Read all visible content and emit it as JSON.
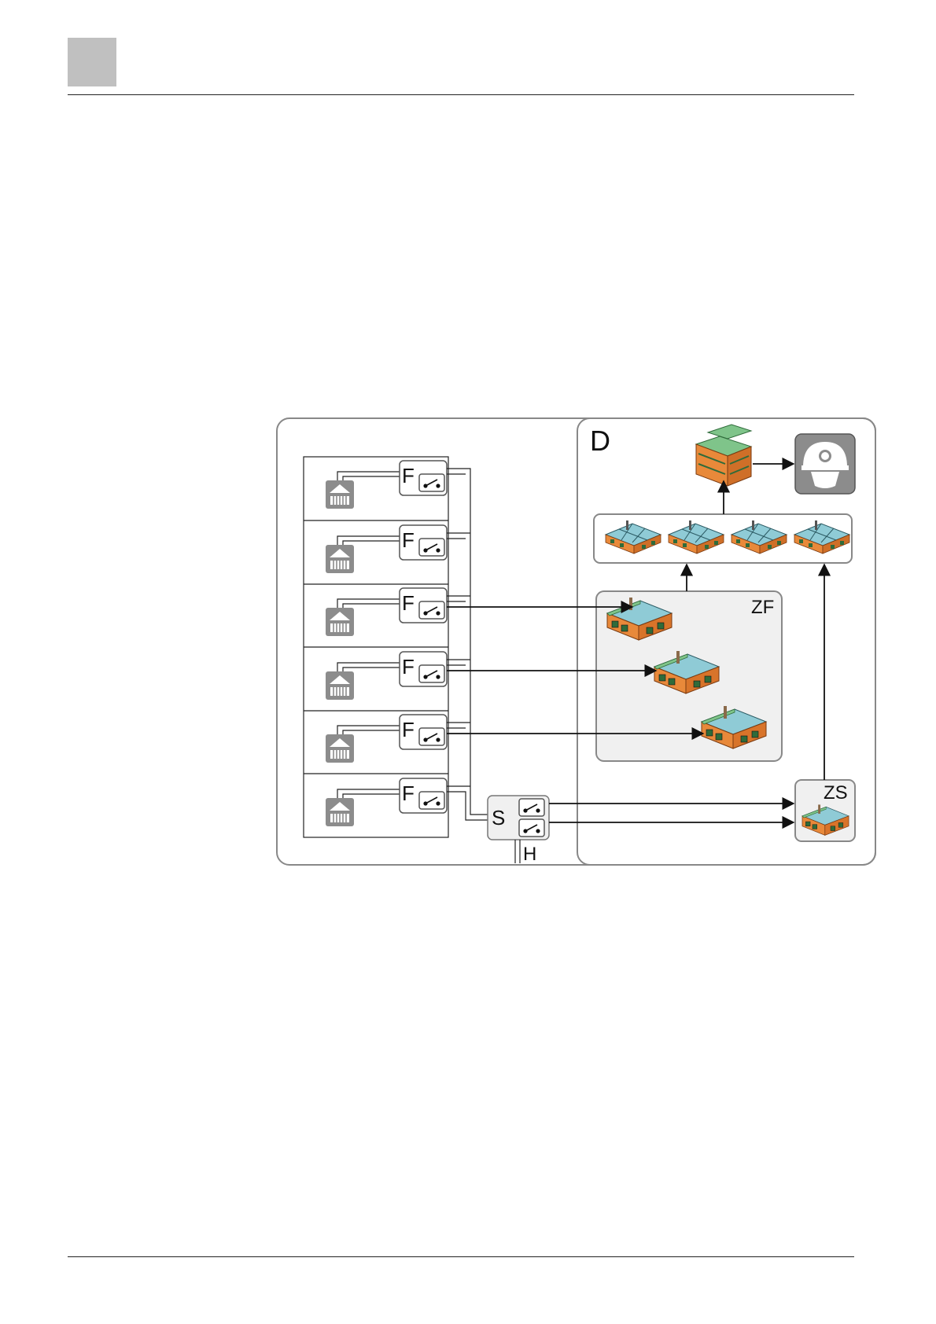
{
  "diagram": {
    "left_panel": {
      "floors": [
        {
          "controller_label": "F"
        },
        {
          "controller_label": "F"
        },
        {
          "controller_label": "F"
        },
        {
          "controller_label": "F"
        },
        {
          "controller_label": "F"
        },
        {
          "controller_label": "F"
        }
      ],
      "central_switch_label": "S",
      "line_label": "H"
    },
    "right_panel": {
      "title": "D",
      "fire_zone_label": "ZF",
      "sprinkler_zone_label": "ZS",
      "fire_service_icon": "firefighter-helmet-icon"
    },
    "colors": {
      "gray_icon": "#8c8c8c",
      "box_fill": "#f0f0f0",
      "building_orange": "#e8893a",
      "building_green": "#7fc48a",
      "building_blue": "#8fcbd6",
      "line": "#111111"
    }
  }
}
